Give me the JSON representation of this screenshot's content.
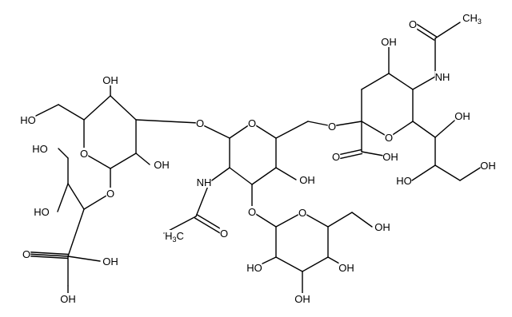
{
  "labels": {
    "oh": "OH",
    "ho": "HO",
    "o": "O",
    "nh": "NH",
    "h": "H",
    "c": "C",
    "sub3": "3",
    "ch": "CH"
  }
}
